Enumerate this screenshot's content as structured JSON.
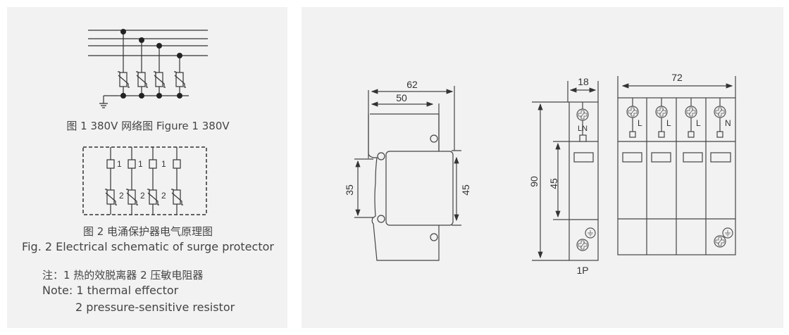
{
  "figure1": {
    "caption": "图 1 380V 网络图 Figure 1 380V"
  },
  "figure2": {
    "component_label_1": "1",
    "component_label_2": "2",
    "caption_cn": "图 2 电涌保护器电气原理图",
    "caption_en": "Fig. 2 Electrical schematic of surge protector"
  },
  "notes": {
    "line_cn": "注：1 热的效脱离器  2 压敏电阻器",
    "line_en_1": "Note: 1 thermal effector",
    "line_en_2": "2 pressure-sensitive resistor"
  },
  "side_view": {
    "dim_total_width": "62",
    "dim_body_width": "50",
    "dim_rail": "35",
    "dim_front_height": "45"
  },
  "single_pole": {
    "dim_width": "18",
    "dim_height": "90",
    "dim_front_height": "45",
    "terminal_label": "LN",
    "model_label": "1P"
  },
  "four_pole": {
    "dim_width": "72",
    "terminal_labels": [
      "L",
      "L",
      "L",
      "N"
    ]
  }
}
